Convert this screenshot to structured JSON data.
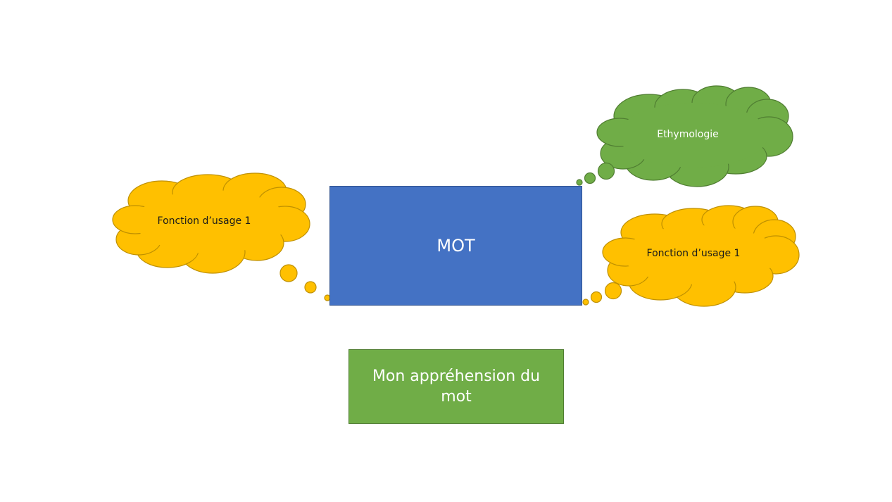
{
  "diagram": {
    "central_box": {
      "label": "MOT",
      "fill": "#4472c4",
      "border": "#2f528f"
    },
    "bottom_box": {
      "label": "Mon appréhension du mot",
      "fill": "#70ad47",
      "border": "#507e32"
    },
    "clouds": [
      {
        "label": "Fonction d’usage 1",
        "fill": "#ffc000",
        "border": "#bf9000"
      },
      {
        "label": "Ethymologie",
        "fill": "#70ad47",
        "border": "#507e32"
      },
      {
        "label": "Fonction d’usage 1",
        "fill": "#ffc000",
        "border": "#bf9000"
      }
    ]
  }
}
